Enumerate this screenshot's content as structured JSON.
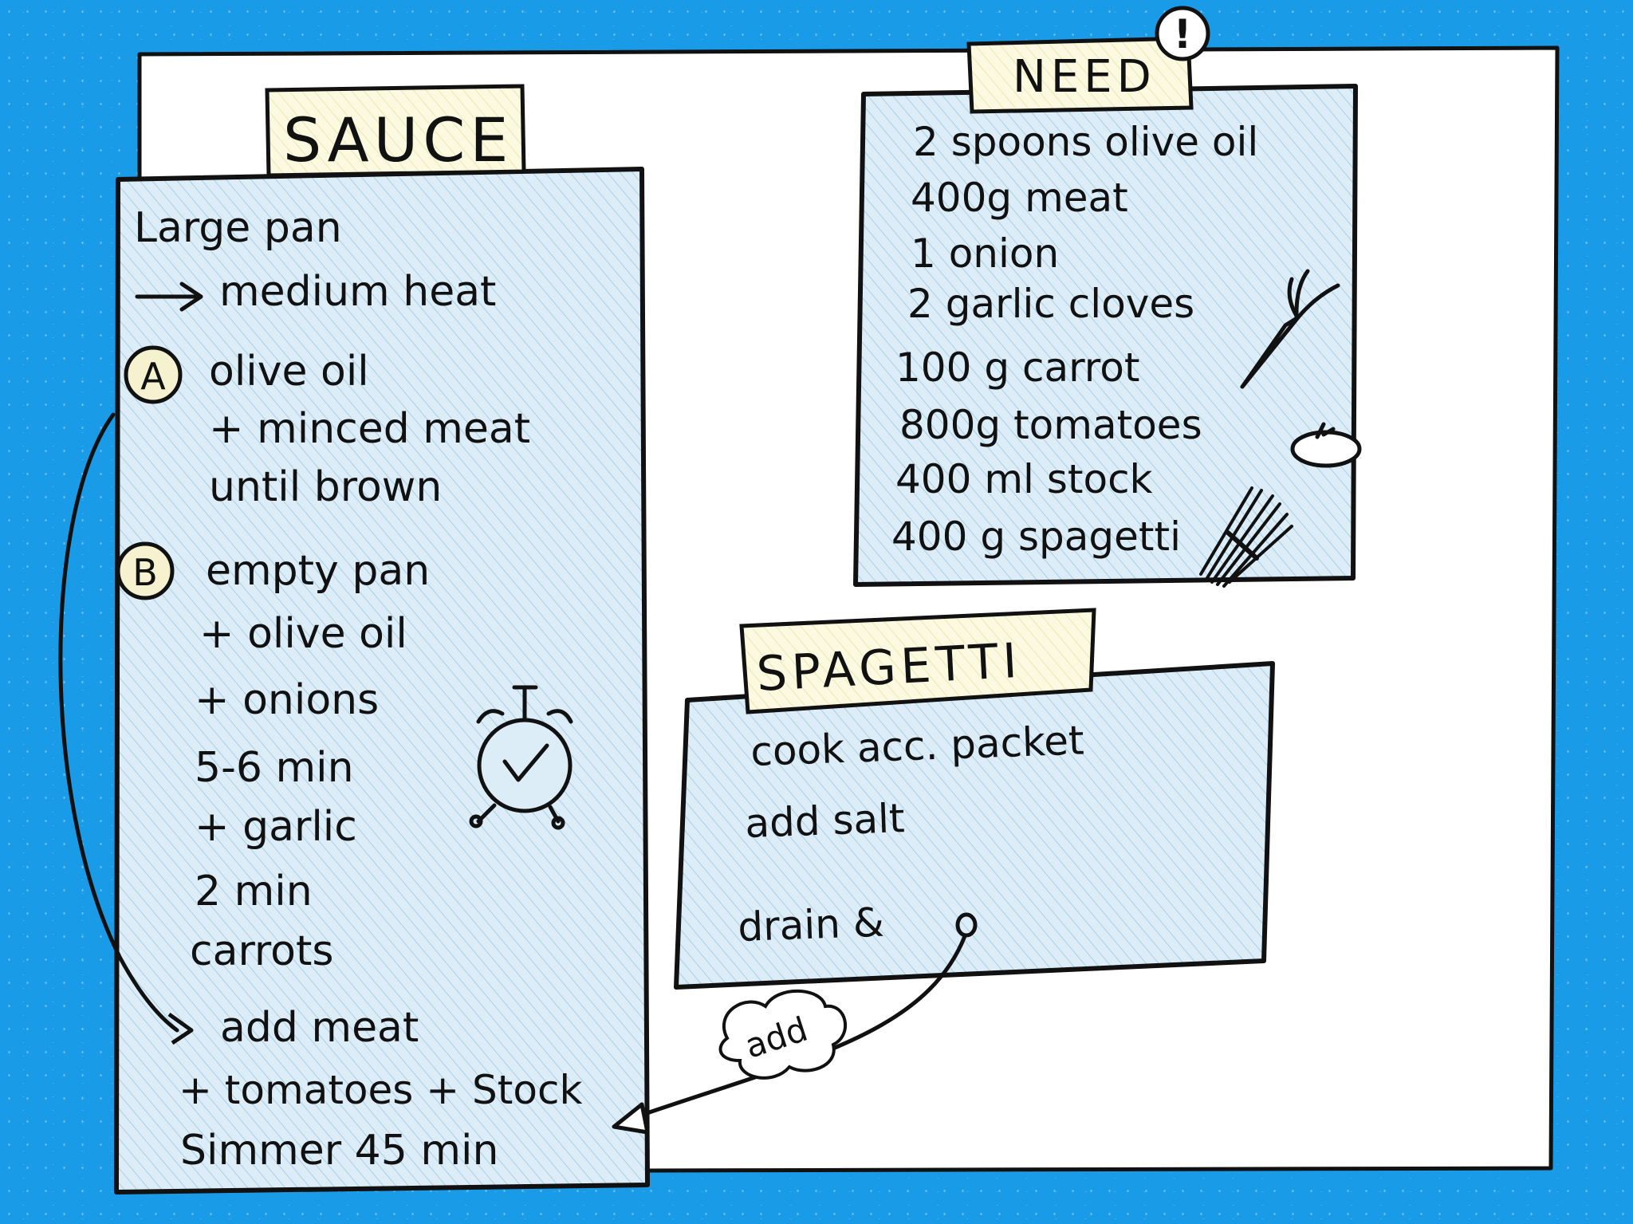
{
  "colors": {
    "background": "#1a9be8",
    "paper": "#ffffff",
    "box_fill": "#d9ecf7",
    "hatch": "#a9cfe6",
    "label_fill": "#fbf9e0",
    "ink": "#111111"
  },
  "sauce": {
    "title": "SAUCE",
    "intro": [
      "Large pan",
      "medium heat"
    ],
    "step_a": {
      "marker": "A",
      "lines": [
        "olive oil",
        "+ minced meat",
        "until brown"
      ]
    },
    "step_b": {
      "marker": "B",
      "lines": [
        "empty pan",
        "+ olive oil",
        "+ onions",
        "5-6 min",
        "+ garlic",
        "2 min",
        "carrots"
      ]
    },
    "final": [
      "add meat",
      "+ tomatoes + Stock",
      "Simmer 45 min"
    ]
  },
  "need": {
    "title": "NEED",
    "badge": "!",
    "items": [
      "2 spoons olive oil",
      "400g meat",
      "1 onion",
      "2 garlic cloves",
      "100 g carrot",
      "800g tomatoes",
      "400 ml stock",
      "400 g spagetti"
    ]
  },
  "spagetti": {
    "title": "SPAGETTI",
    "lines": [
      "cook acc. packet",
      "add salt",
      "drain &"
    ]
  },
  "connector": {
    "label": "add"
  },
  "icons": {
    "alarm_clock": "alarm-clock-icon",
    "carrot": "carrot-icon",
    "tomato": "tomato-icon",
    "spaghetti": "spaghetti-icon"
  }
}
